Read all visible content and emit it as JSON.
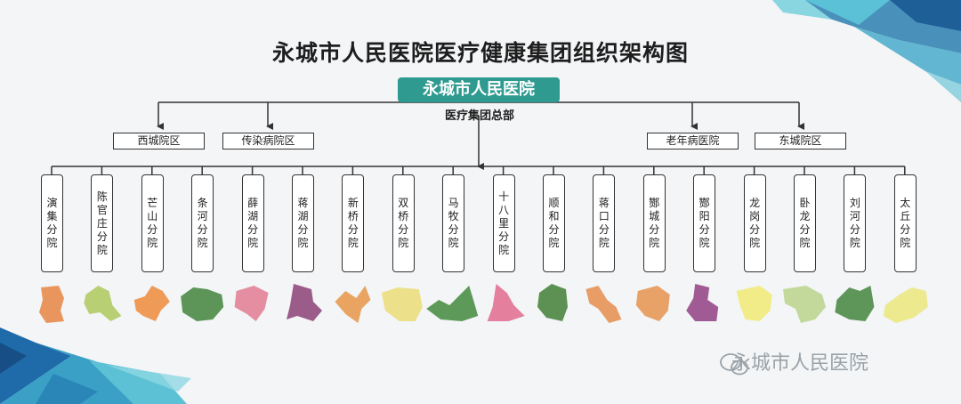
{
  "title": "永城市人民医院医疗健康集团组织架构图",
  "root": {
    "name": "永城市人民医院",
    "subtitle": "医疗集团总部"
  },
  "campuses": [
    "西城院区",
    "传染病院区",
    "老年病医院",
    "东城院区"
  ],
  "branches": [
    {
      "name": "演集分院",
      "color": "#e9965e"
    },
    {
      "name": "陈官庄分院",
      "color": "#b8cf74"
    },
    {
      "name": "芒山分院",
      "color": "#ef9a57"
    },
    {
      "name": "条河分院",
      "color": "#5c9557"
    },
    {
      "name": "薛湖分院",
      "color": "#e58ea2"
    },
    {
      "name": "蒋湖分院",
      "color": "#9b5c8a"
    },
    {
      "name": "新桥分院",
      "color": "#e9a461"
    },
    {
      "name": "双桥分院",
      "color": "#ede08a"
    },
    {
      "name": "马牧分院",
      "color": "#5d9a59"
    },
    {
      "name": "十八里分院",
      "color": "#e47f9e"
    },
    {
      "name": "顺和分院",
      "color": "#5c9153"
    },
    {
      "name": "蒋口分院",
      "color": "#e89d66"
    },
    {
      "name": "酂城分院",
      "color": "#e8a167"
    },
    {
      "name": "酂阳分院",
      "color": "#a05b95"
    },
    {
      "name": "龙岗分院",
      "color": "#f1ec88"
    },
    {
      "name": "卧龙分院",
      "color": "#c3d89b"
    },
    {
      "name": "刘河分院",
      "color": "#5e9559"
    },
    {
      "name": "太丘分院",
      "color": "#ede98e"
    }
  ],
  "watermark": "永城市人民医院"
}
